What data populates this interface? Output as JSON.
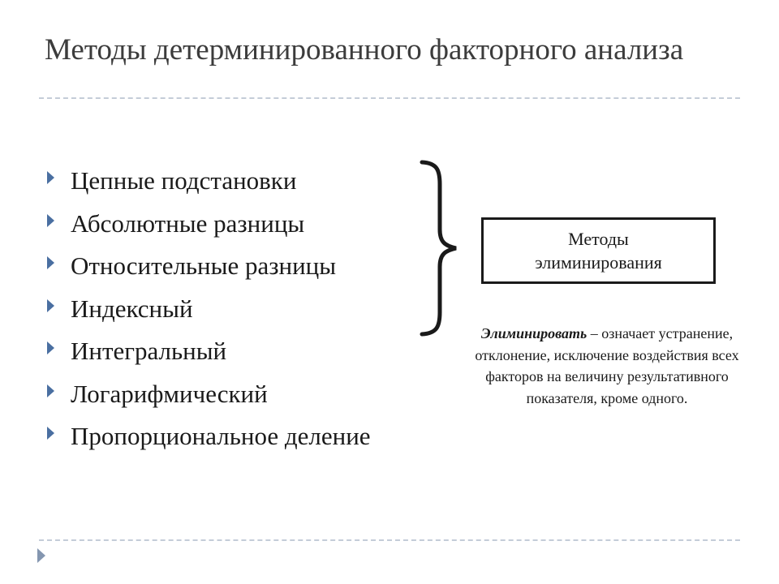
{
  "slide": {
    "title": "Методы детерминированного факторного анализа",
    "bullets": [
      "Цепные подстановки",
      "Абсолютные разницы",
      "Относительные разницы",
      "Индексный",
      "Интегральный",
      "Логарифмический",
      "Пропорциональное деление"
    ],
    "box": {
      "line1": "Методы",
      "line2": "элиминирования"
    },
    "definition": {
      "term": "Элиминировать",
      "text": " – означает устранение, отклонение, исключение воздействия всех факторов на величину результативного показателя, кроме одного."
    },
    "colors": {
      "bullet_arrow": "#4a6fa1",
      "dashed_rule": "#c4ccd8"
    }
  }
}
